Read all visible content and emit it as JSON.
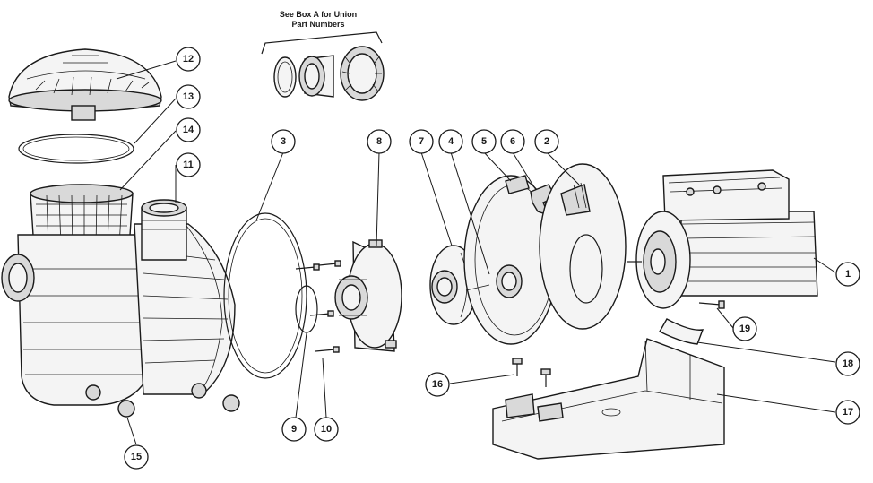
{
  "note": {
    "line1": "See Box A for Union",
    "line2": "Part Numbers"
  },
  "callouts": [
    {
      "id": "1",
      "label": "1"
    },
    {
      "id": "2",
      "label": "2"
    },
    {
      "id": "3",
      "label": "3"
    },
    {
      "id": "4",
      "label": "4"
    },
    {
      "id": "5",
      "label": "5"
    },
    {
      "id": "6",
      "label": "6"
    },
    {
      "id": "7",
      "label": "7"
    },
    {
      "id": "8",
      "label": "8"
    },
    {
      "id": "9",
      "label": "9"
    },
    {
      "id": "10",
      "label": "10"
    },
    {
      "id": "11",
      "label": "11"
    },
    {
      "id": "12",
      "label": "12"
    },
    {
      "id": "13",
      "label": "13"
    },
    {
      "id": "14",
      "label": "14"
    },
    {
      "id": "15",
      "label": "15"
    },
    {
      "id": "16",
      "label": "16"
    },
    {
      "id": "17",
      "label": "17"
    },
    {
      "id": "18",
      "label": "18"
    },
    {
      "id": "19",
      "label": "19"
    }
  ]
}
